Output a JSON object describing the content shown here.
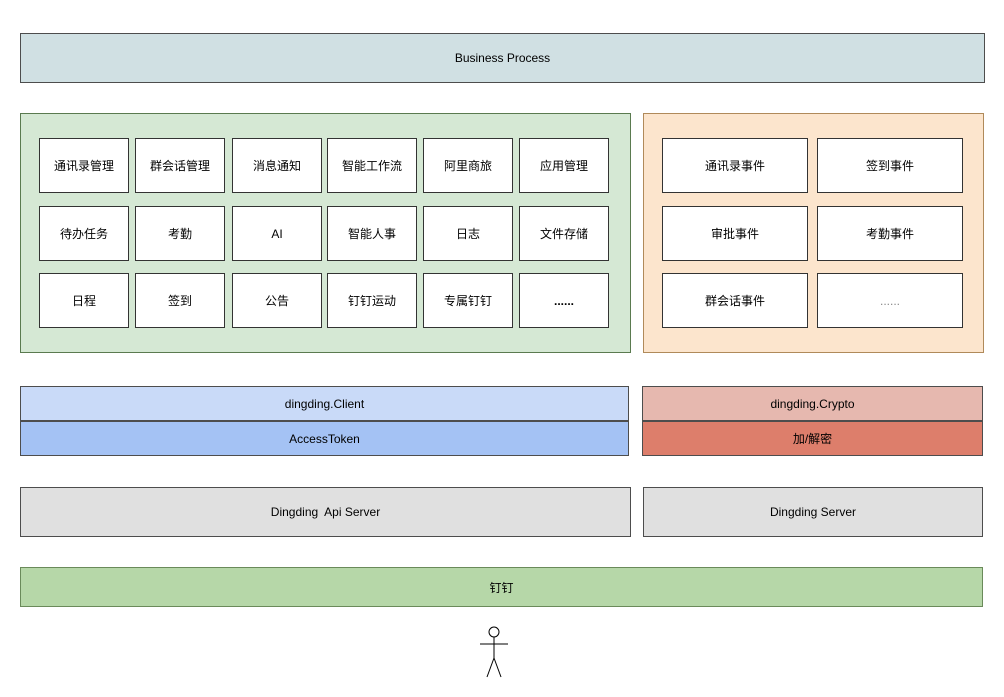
{
  "business_process": {
    "label": "Business Process",
    "color": "#d0e0e3"
  },
  "api_modules": {
    "color": "#d5e8d4",
    "items": [
      "通讯录管理",
      "群会话管理",
      "消息通知",
      "智能工作流",
      "阿里商旅",
      "应用管理",
      "待办任务",
      "考勤",
      "AI",
      "智能人事",
      "日志",
      "文件存储",
      "日程",
      "签到",
      "公告",
      "钉钉运动",
      "专属钉钉",
      "......"
    ]
  },
  "events": {
    "color": "#fce5cd",
    "items": [
      "通讯录事件",
      "签到事件",
      "审批事件",
      "考勤事件",
      "群会话事件",
      "......"
    ]
  },
  "client": {
    "label": "dingding.Client",
    "color": "#c9daf8"
  },
  "access_token": {
    "label": "AccessToken",
    "color": "#a4c2f4"
  },
  "crypto": {
    "label": "dingding.Crypto",
    "color": "#e6b8af"
  },
  "encrypt": {
    "label": "加/解密",
    "color": "#dd7e6b"
  },
  "api_server": {
    "label": "Dingding  Api Server",
    "color": "#e0e0e0"
  },
  "dingding_server": {
    "label": "Dingding Server",
    "color": "#e0e0e0"
  },
  "dingtalk": {
    "label": "钉钉",
    "color": "#b6d7a8"
  }
}
